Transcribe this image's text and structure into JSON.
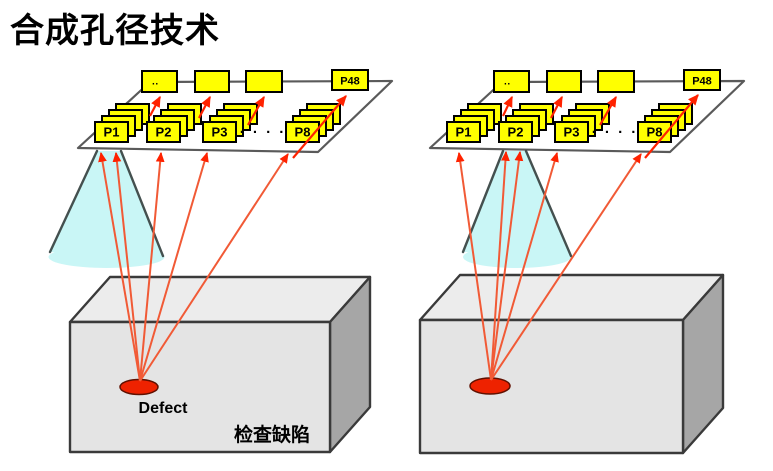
{
  "title": "合成孔径技术",
  "left": {
    "sum_mark": "··",
    "p48_label": "P48",
    "stack_labels": {
      "p1": "P1",
      "p2": "P2",
      "p3": "P3",
      "p8": "P8"
    },
    "ellipsis_dots": "· · · ·",
    "defect_label": "Defect",
    "caption": "检查缺陷"
  },
  "right": {
    "sum_mark": "··",
    "p48_label": "P48",
    "stack_labels": {
      "p1": "P1",
      "p2": "P2",
      "p3": "P3",
      "p8": "P8"
    },
    "ellipsis_dots": "· · · ·"
  },
  "colors": {
    "background": "#ffffff",
    "box_yellow": "#ffff00",
    "box_border": "#000000",
    "ray_red": "#f15a36",
    "arrow_red": "#ff2200",
    "cone_cyan": "#c9f6f6",
    "cone_edge": "#44504f",
    "plane_edge": "#5a5a5a",
    "cube_front": "#e4e4e4",
    "cube_top": "#ececec",
    "cube_side": "#a6a6a6",
    "cube_edge": "#3a3a3a",
    "defect_red": "#ee2200",
    "title_black": "#000000"
  }
}
